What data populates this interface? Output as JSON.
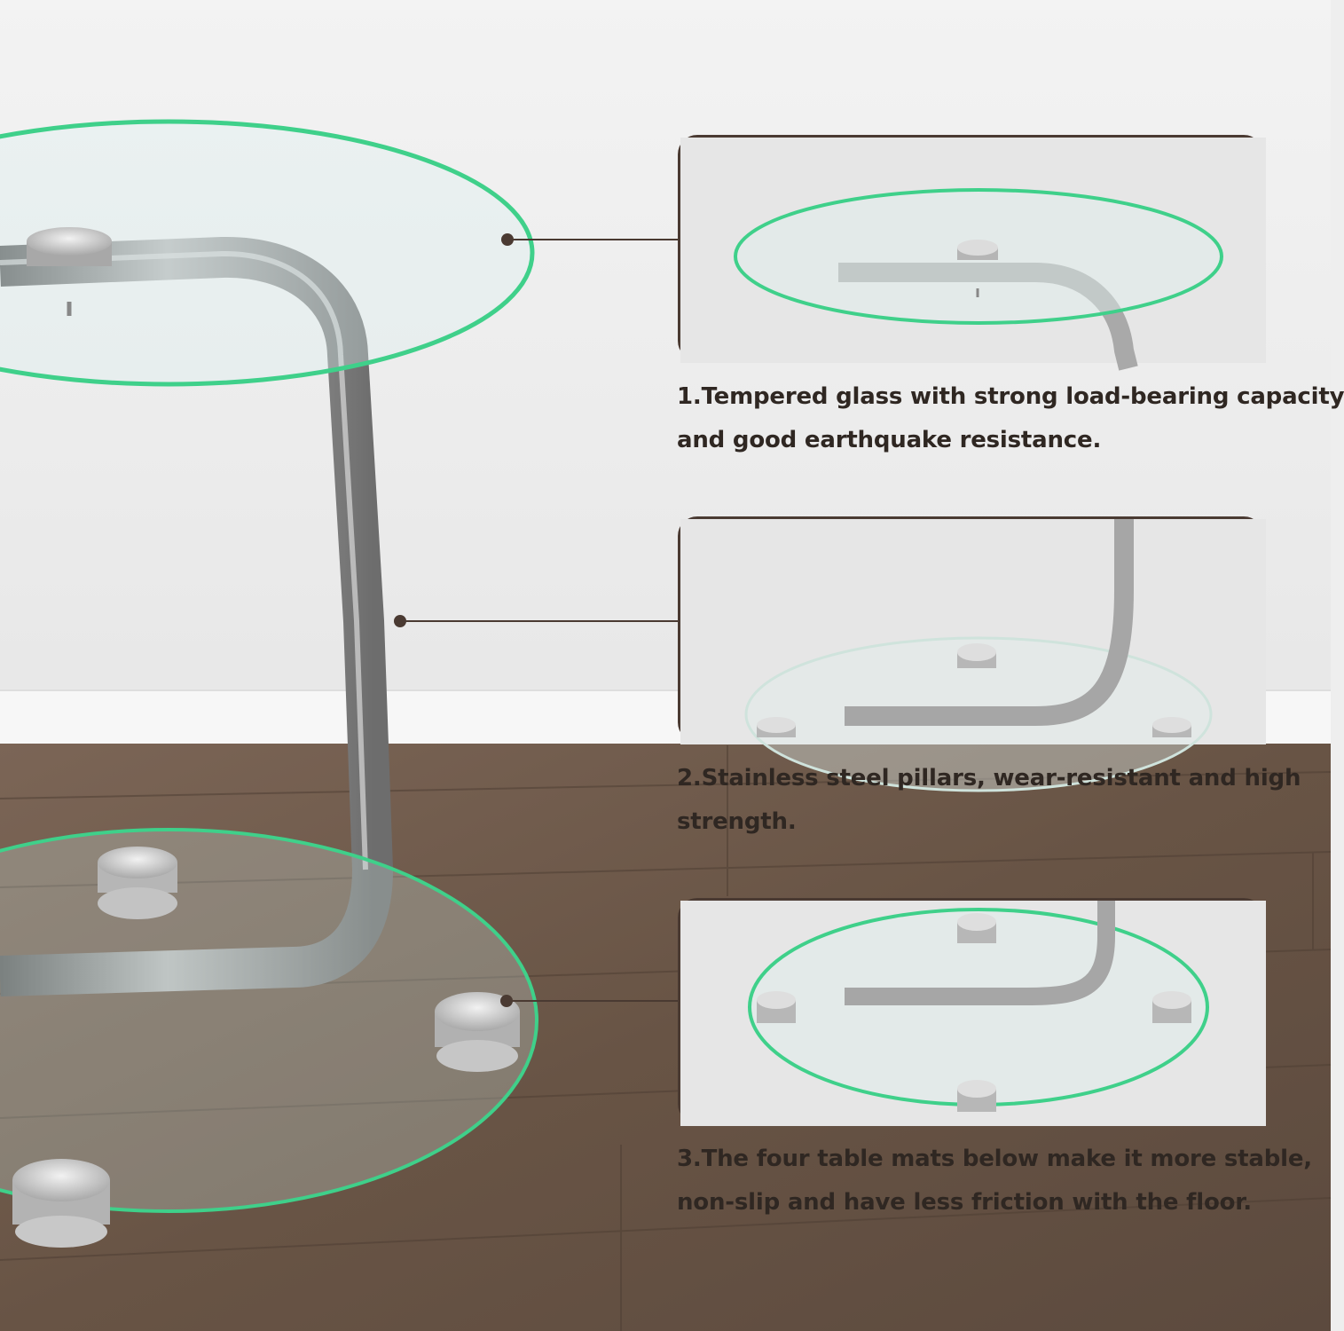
{
  "features": [
    {
      "number": "1.",
      "lines": [
        "1.Tempered glass with strong load-bearing capacity",
        "and good earthquake resistance."
      ]
    },
    {
      "number": "2.",
      "lines": [
        "2.Stainless steel pillars, wear-resistant and high",
        "strength."
      ]
    },
    {
      "number": "3.",
      "lines": [
        "3.The four table mats below make it more stable,",
        "non-slip and have less friction with the floor."
      ]
    }
  ],
  "colors": {
    "wall": "#eeeeee",
    "floor": "#6e5a4c",
    "glass_edge": "#3fd08a",
    "steel": "#8e8e8e",
    "callout": "#4a3a32",
    "text": "#2f2722"
  }
}
